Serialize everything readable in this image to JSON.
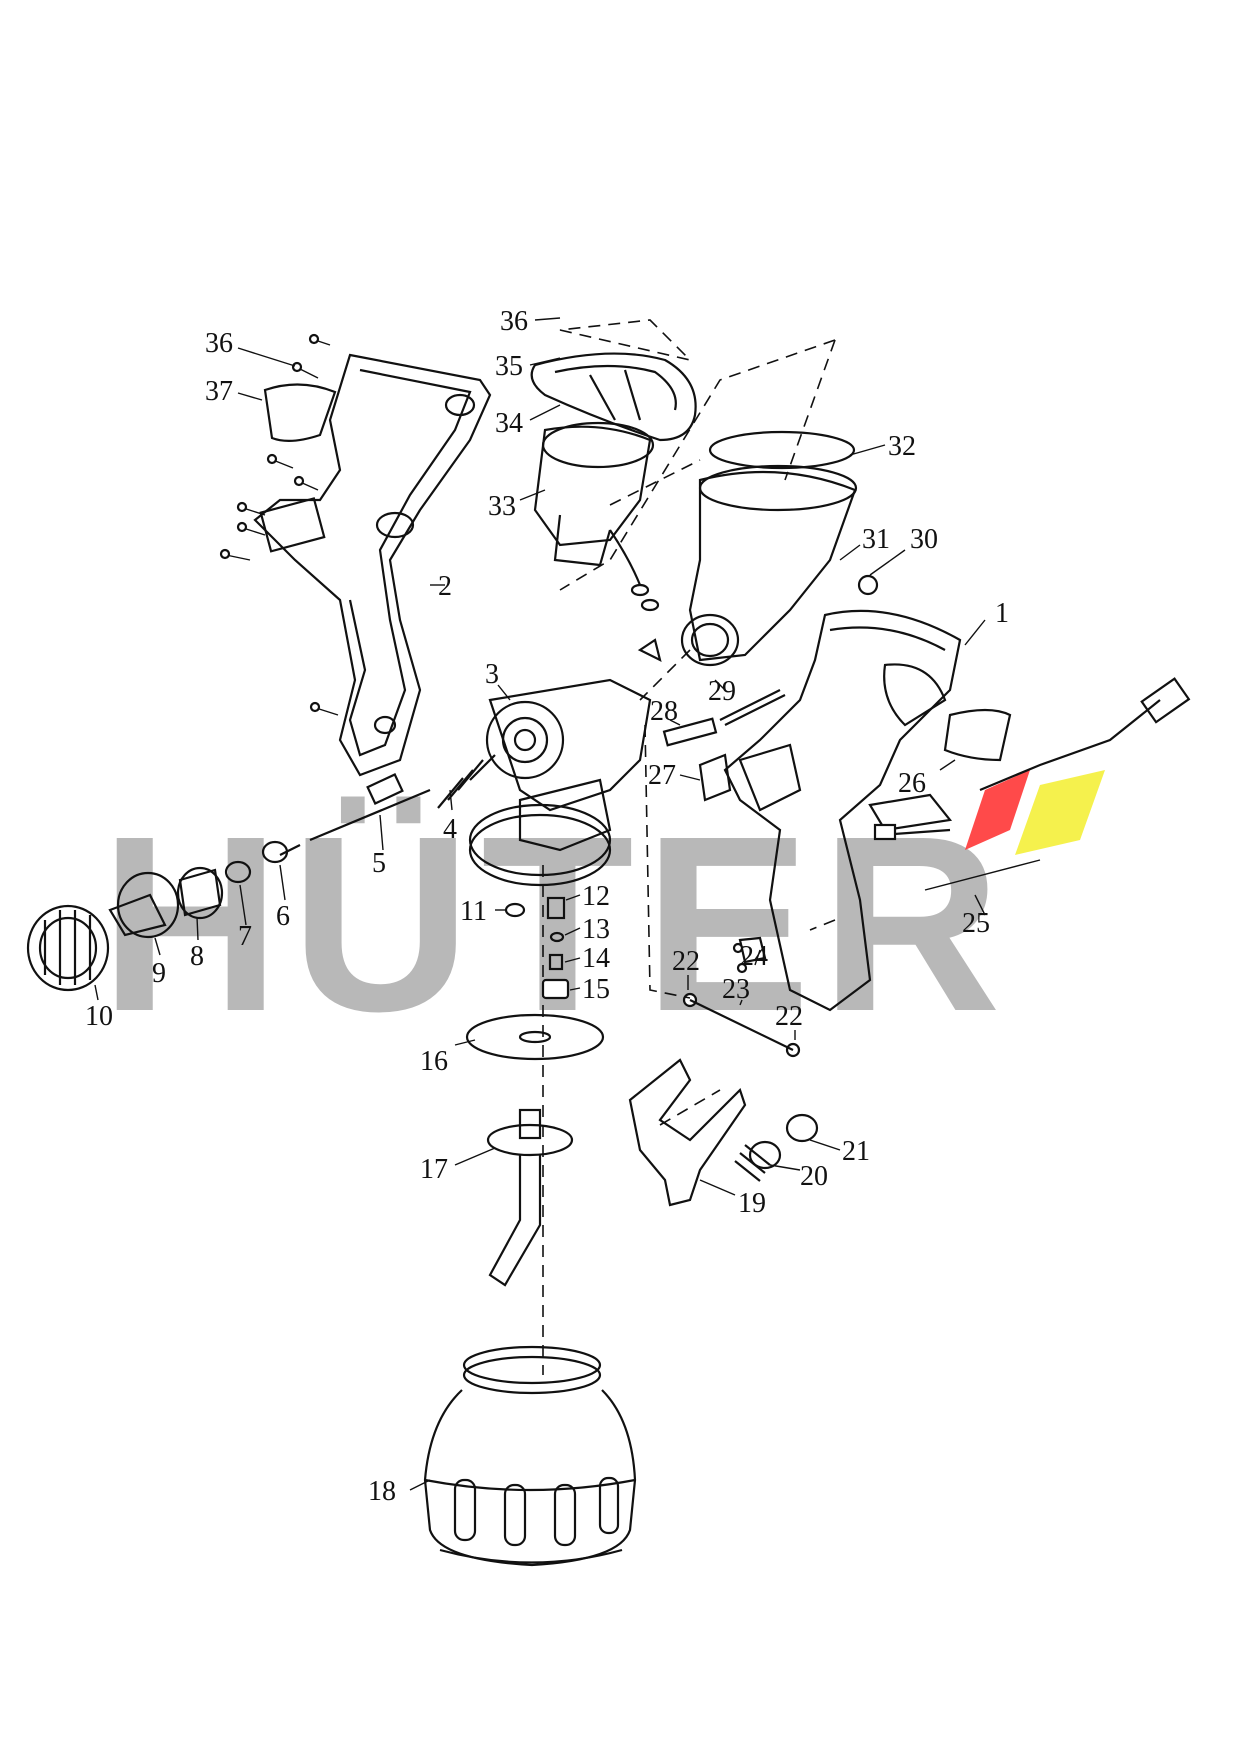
{
  "brand": {
    "watermark_text": "HÜTER",
    "watermark_color": "#b8b8b8",
    "accent_red": "#ff2a2a",
    "accent_yellow": "#f4ef3a"
  },
  "parts": [
    {
      "id": "p1",
      "label": "1"
    },
    {
      "id": "p2",
      "label": "2"
    },
    {
      "id": "p3",
      "label": "3"
    },
    {
      "id": "p4",
      "label": "4"
    },
    {
      "id": "p5",
      "label": "5"
    },
    {
      "id": "p6",
      "label": "6"
    },
    {
      "id": "p7",
      "label": "7"
    },
    {
      "id": "p8",
      "label": "8"
    },
    {
      "id": "p9",
      "label": "9"
    },
    {
      "id": "p10",
      "label": "10"
    },
    {
      "id": "p11",
      "label": "11"
    },
    {
      "id": "p12",
      "label": "12"
    },
    {
      "id": "p13",
      "label": "13"
    },
    {
      "id": "p14",
      "label": "14"
    },
    {
      "id": "p15",
      "label": "15"
    },
    {
      "id": "p16",
      "label": "16"
    },
    {
      "id": "p17",
      "label": "17"
    },
    {
      "id": "p18",
      "label": "18"
    },
    {
      "id": "p19",
      "label": "19"
    },
    {
      "id": "p20",
      "label": "20"
    },
    {
      "id": "p21",
      "label": "21"
    },
    {
      "id": "p22a",
      "label": "22"
    },
    {
      "id": "p22b",
      "label": "22"
    },
    {
      "id": "p23",
      "label": "23"
    },
    {
      "id": "p24",
      "label": "24"
    },
    {
      "id": "p25",
      "label": "25"
    },
    {
      "id": "p26",
      "label": "26"
    },
    {
      "id": "p27",
      "label": "27"
    },
    {
      "id": "p28",
      "label": "28"
    },
    {
      "id": "p29",
      "label": "29"
    },
    {
      "id": "p30",
      "label": "30"
    },
    {
      "id": "p31",
      "label": "31"
    },
    {
      "id": "p32",
      "label": "32"
    },
    {
      "id": "p33",
      "label": "33"
    },
    {
      "id": "p34",
      "label": "34"
    },
    {
      "id": "p35",
      "label": "35"
    },
    {
      "id": "p36a",
      "label": "36"
    },
    {
      "id": "p36b",
      "label": "36"
    },
    {
      "id": "p37",
      "label": "37"
    }
  ]
}
